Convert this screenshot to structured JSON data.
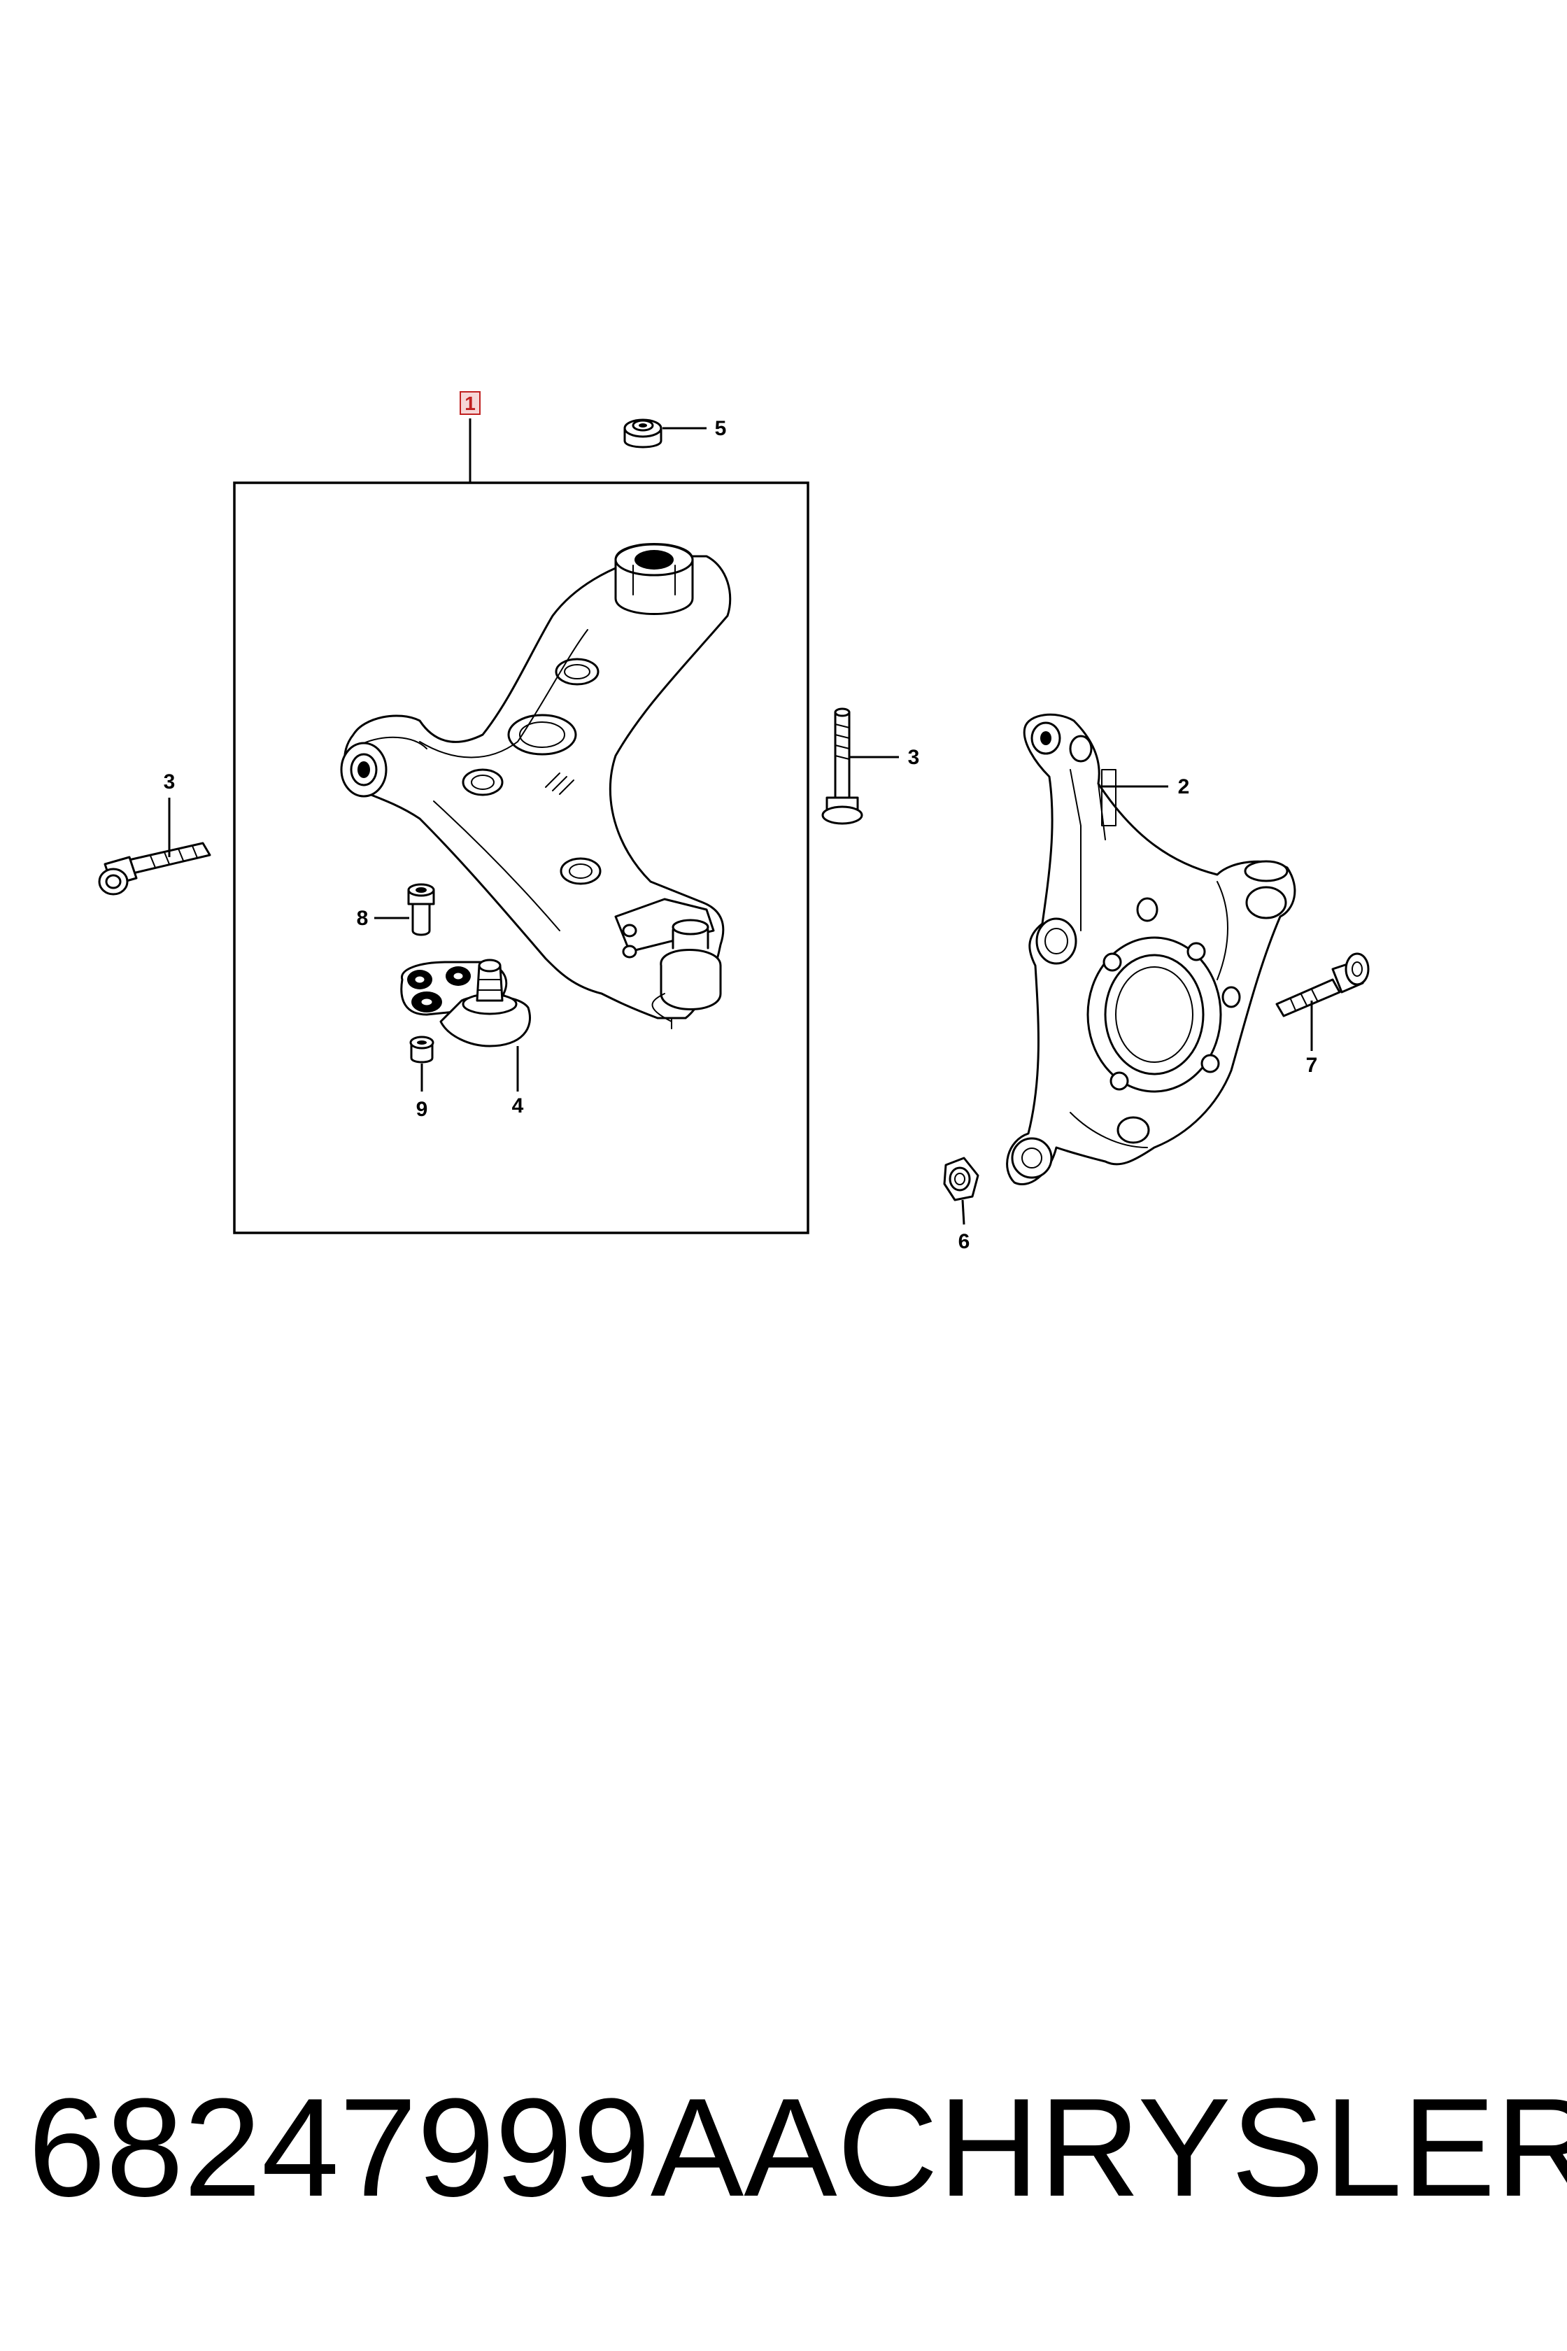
{
  "diagram": {
    "callouts": {
      "c1": "1",
      "c2": "2",
      "c3_left": "3",
      "c3_right": "3",
      "c4": "4",
      "c5": "5",
      "c6": "6",
      "c7": "7",
      "c8": "8",
      "c9": "9"
    }
  },
  "footer": {
    "part_number": "68247999AA",
    "brand": "CHRYSLER"
  }
}
